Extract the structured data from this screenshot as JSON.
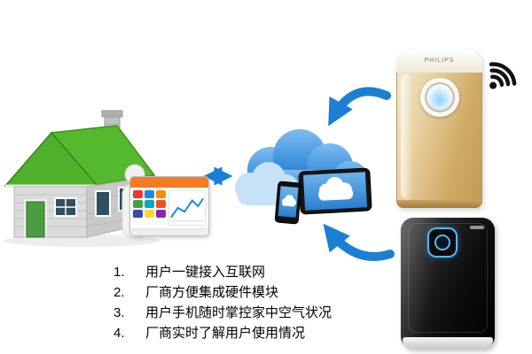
{
  "diagram": {
    "notes": {
      "items": [
        {
          "num": "1.",
          "text": "用户一键接入互联网"
        },
        {
          "num": "2.",
          "text": "厂商方便集成硬件模块"
        },
        {
          "num": "3.",
          "text": "用户手机随时掌控家中空气状况"
        },
        {
          "num": "4.",
          "text": "厂商实时了解用户使用情况"
        }
      ]
    },
    "purifiers": {
      "top": {
        "brand": "PHILIPS"
      }
    },
    "colors": {
      "arrow_blue": "#1b7fd4",
      "cloud_dark": "#1976d2",
      "cloud_light": "#c6e2f7",
      "roof_green": "#4fb12a",
      "app_header_orange": "#f57c22",
      "display_blue": "#57b8f0",
      "purifier_gold": "#d0aa65"
    }
  }
}
